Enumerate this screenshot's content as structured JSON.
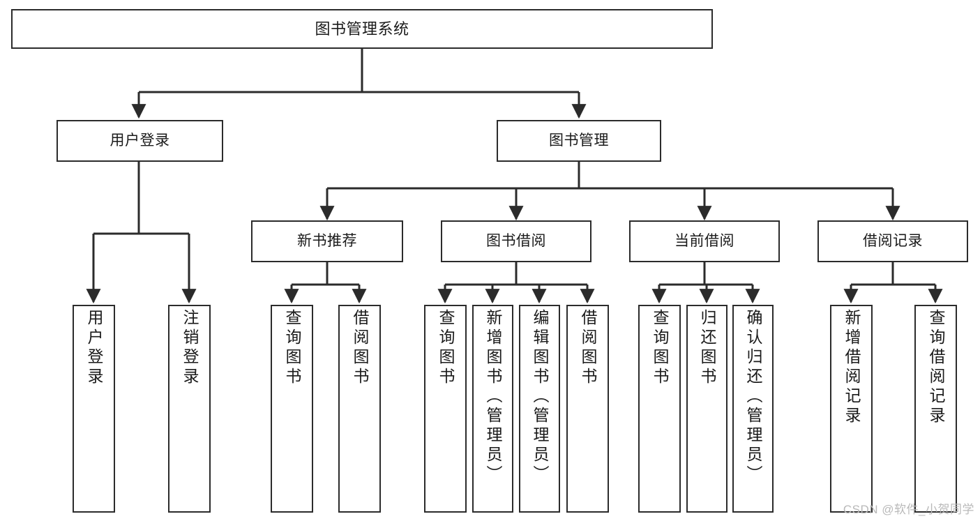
{
  "diagram": {
    "title_box": {
      "label": "图书管理系统"
    },
    "level2": [
      {
        "id": "user-login",
        "label": "用户登录"
      },
      {
        "id": "book-management",
        "label": "图书管理"
      }
    ],
    "level3": [
      {
        "id": "new-book-recommend",
        "label": "新书推荐"
      },
      {
        "id": "book-borrow",
        "label": "图书借阅"
      },
      {
        "id": "current-borrow",
        "label": "当前借阅"
      },
      {
        "id": "borrow-record",
        "label": "借阅记录"
      }
    ],
    "leaves": {
      "user_login": [
        {
          "id": "leaf-user-login",
          "label": "用户登录"
        },
        {
          "id": "leaf-logout-login",
          "label": "注销登录"
        }
      ],
      "new_book_recommend": [
        {
          "id": "leaf-query-book-1",
          "label": "查询图书"
        },
        {
          "id": "leaf-borrow-book-1",
          "label": "借阅图书"
        }
      ],
      "book_borrow": [
        {
          "id": "leaf-query-book-2",
          "label": "查询图书"
        },
        {
          "id": "leaf-add-book",
          "label": "新增图书（管理员）"
        },
        {
          "id": "leaf-edit-book",
          "label": "编辑图书（管理员）"
        },
        {
          "id": "leaf-borrow-book-2",
          "label": "借阅图书"
        }
      ],
      "current_borrow": [
        {
          "id": "leaf-query-book-3",
          "label": "查询图书"
        },
        {
          "id": "leaf-return-book",
          "label": "归还图书"
        },
        {
          "id": "leaf-confirm-return",
          "label": "确认归还（管理员）"
        }
      ],
      "borrow_record": [
        {
          "id": "leaf-add-record",
          "label": "新增借阅记录"
        },
        {
          "id": "leaf-query-record",
          "label": "查询借阅记录"
        }
      ]
    }
  },
  "watermark": {
    "text": "CSDN @软件_小贺同学"
  },
  "colors": {
    "stroke": "#2b2b2b",
    "box_fill": "#ffffff",
    "text": "#1a1a1a",
    "watermark": "#b9b9b9",
    "background": "#ffffff"
  }
}
